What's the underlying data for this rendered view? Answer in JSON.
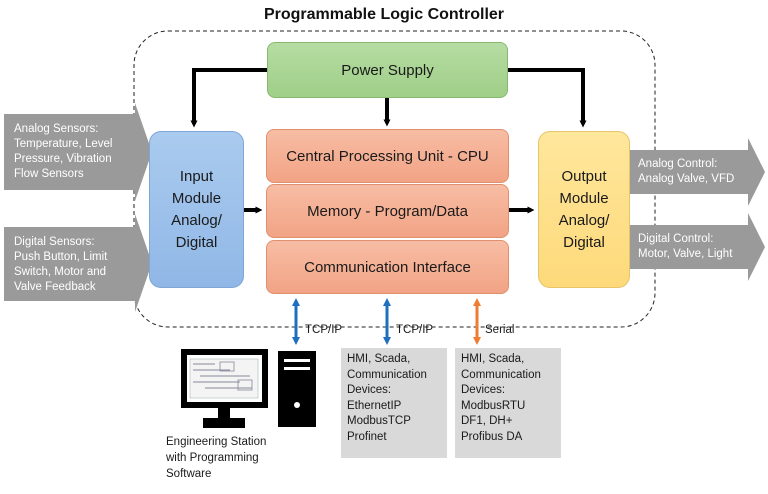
{
  "diagram": {
    "title": "Programmable Logic Controller",
    "power_supply": "Power Supply",
    "cpu": "Central Processing Unit - CPU",
    "memory": "Memory - Program/Data",
    "comm": "Communication Interface",
    "input_module": [
      "Input",
      "Module",
      "Analog/",
      "Digital"
    ],
    "output_module": [
      "Output",
      "Module",
      "Analog/",
      "Digital"
    ],
    "analog_sensors": [
      "Analog Sensors:",
      "Temperature, Level",
      "Pressure, Vibration",
      "Flow Sensors"
    ],
    "digital_sensors": [
      "Digital Sensors:",
      "Push Button, Limit",
      "Switch, Motor and",
      "Valve Feedback"
    ],
    "analog_control": [
      "Analog Control:",
      "Analog Valve, VFD"
    ],
    "digital_control": [
      "Digital Control:",
      "Motor, Valve, Light"
    ],
    "link1_label": "TCP/IP",
    "link2_label": "TCP/IP",
    "link3_label": "Serial",
    "devices1": [
      "HMI, Scada,",
      "Communication",
      "Devices:",
      "EthernetIP",
      "ModbusTCP",
      "Profinet"
    ],
    "devices2": [
      "HMI, Scada,",
      "Communication",
      "Devices:",
      "ModbusRTU",
      "DF1, DH+",
      "Profibus DA"
    ],
    "engineering_station": [
      "Engineering Station",
      "with Programming",
      "Software"
    ],
    "colors": {
      "power": "#a9d593",
      "core": "#f4ae92",
      "input": "#9dc0ea",
      "output": "#fee08a",
      "sensor_arrow": "#9a9a9a",
      "tcp_arrow": "#1f6fbf",
      "serial_arrow": "#ed7d31",
      "device_box": "#d9d9d9"
    },
    "icons": [
      "monitor-icon",
      "computer-tower-icon"
    ]
  }
}
